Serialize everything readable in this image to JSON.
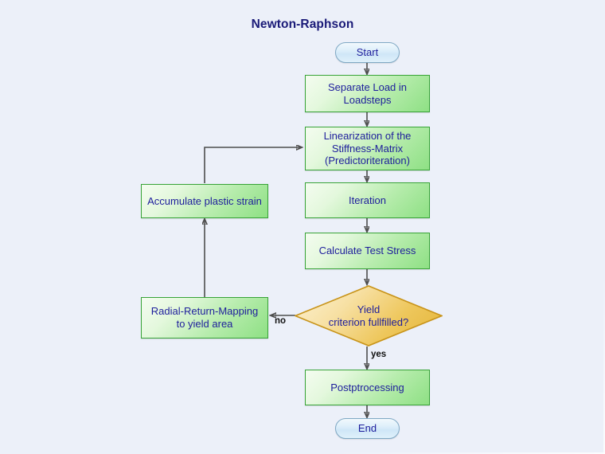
{
  "diagram": {
    "title": "Newton-Raphson",
    "type": "flowchart",
    "background_color": "#ecf0f9",
    "colors": {
      "process_fill": "#b6ecac",
      "process_border": "#37a337",
      "terminator_fill": "#dceefa",
      "terminator_border": "#7fa8c4",
      "decision_fill": "#eec75c",
      "decision_border": "#c8941b",
      "text": "#1d1d9c",
      "title_text": "#1a1a78",
      "connector": "#4d4d4d"
    },
    "nodes": [
      {
        "id": "start",
        "label": "Start",
        "shape": "terminator"
      },
      {
        "id": "separate",
        "label": "Separate Load in Loadsteps",
        "shape": "process"
      },
      {
        "id": "linearize",
        "label": "Linearization of the Stiffness-Matrix (Predictoriteration)",
        "shape": "process"
      },
      {
        "id": "iteration",
        "label": "Iteration",
        "shape": "process"
      },
      {
        "id": "calcstress",
        "label": "Calculate Test Stress",
        "shape": "process"
      },
      {
        "id": "yield",
        "label": "Yield criterion fullfilled?",
        "shape": "decision"
      },
      {
        "id": "radial",
        "label": "Radial-Return-Mapping to yield area",
        "shape": "process"
      },
      {
        "id": "accumulate",
        "label": "Accumulate plastic strain",
        "shape": "process"
      },
      {
        "id": "post",
        "label": "Postptrocessing",
        "shape": "process"
      },
      {
        "id": "end",
        "label": "End",
        "shape": "terminator"
      }
    ],
    "node_labels": {
      "start": "Start",
      "separate_line1": "Separate Load in",
      "separate_line2": "Loadsteps",
      "linearize_line1": "Linearization of the",
      "linearize_line2": "Stiffness-Matrix",
      "linearize_line3": "(Predictoriteration)",
      "iteration": "Iteration",
      "calcstress": "Calculate Test Stress",
      "yield_line1": "Yield",
      "yield_line2": "criterion fullfilled?",
      "radial_line1": "Radial-Return-Mapping",
      "radial_line2": "to yield area",
      "accumulate": "Accumulate plastic strain",
      "post": "Postptrocessing",
      "end": "End"
    },
    "edges": [
      {
        "from": "start",
        "to": "separate",
        "label": ""
      },
      {
        "from": "separate",
        "to": "linearize",
        "label": ""
      },
      {
        "from": "linearize",
        "to": "iteration",
        "label": ""
      },
      {
        "from": "iteration",
        "to": "calcstress",
        "label": ""
      },
      {
        "from": "calcstress",
        "to": "yield",
        "label": ""
      },
      {
        "from": "yield",
        "to": "radial",
        "label": "no"
      },
      {
        "from": "yield",
        "to": "post",
        "label": "yes"
      },
      {
        "from": "radial",
        "to": "accumulate",
        "label": ""
      },
      {
        "from": "accumulate",
        "to": "linearize",
        "label": ""
      },
      {
        "from": "post",
        "to": "end",
        "label": ""
      }
    ],
    "edge_labels": {
      "no": "no",
      "yes": "yes"
    }
  }
}
